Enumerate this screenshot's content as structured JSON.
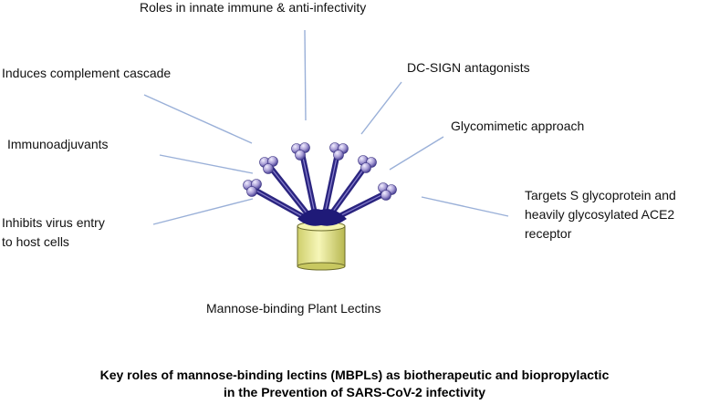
{
  "labels": {
    "innate_immune": "Roles in innate immune & anti-infectivity",
    "complement": "Induces complement cascade",
    "dc_sign": "DC-SIGN antagonists",
    "immunoadjuvants": "Immunoadjuvants",
    "glycomimetic": "Glycomimetic approach",
    "inhibits_entry_line1": "Inhibits virus entry",
    "inhibits_entry_line2": "to host cells",
    "targets_line1": "Targets S glycoprotein and",
    "targets_line2": "heavily glycosylated ACE2",
    "targets_line3": "receptor"
  },
  "center_label": "Mannose-binding Plant Lectins",
  "caption": {
    "line1": "Key roles of mannose-binding lectins (MBPLs) as biotherapeutic and biopropylactic",
    "line2": "in the Prevention of SARS-CoV-2 infectivity"
  },
  "colors": {
    "connector": "#9ab0d8",
    "stem": "#2b2580",
    "sphere": "#b0a6d8",
    "base": "#e8e89a"
  }
}
